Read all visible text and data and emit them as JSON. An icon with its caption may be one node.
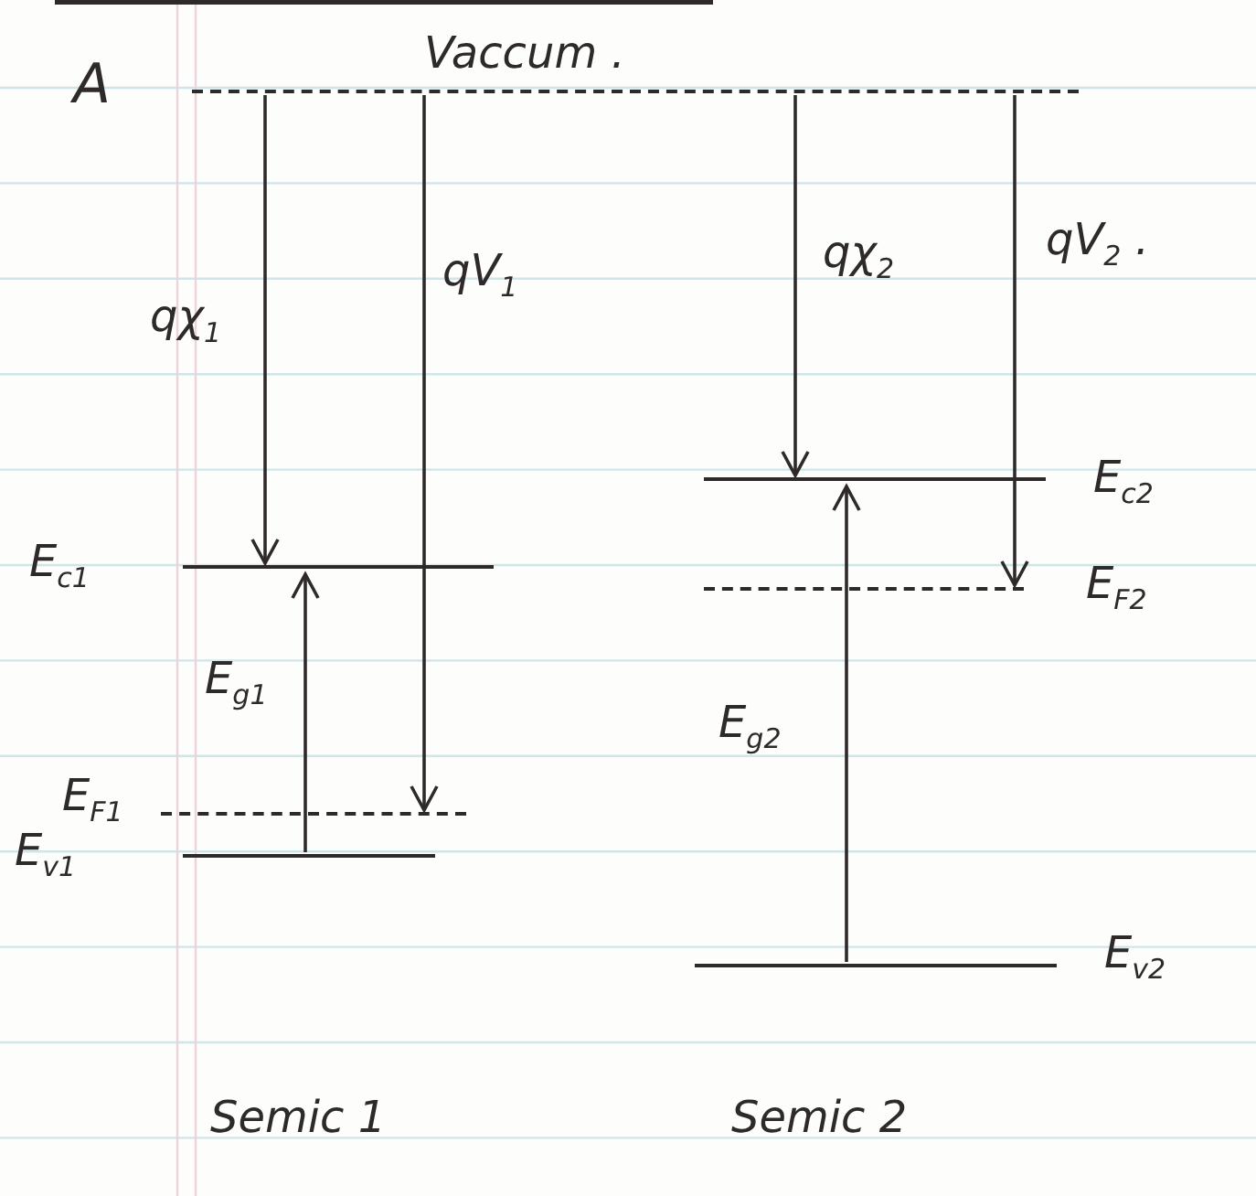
{
  "diagram": {
    "nodes": [
      {
        "text": [],
        "shape": "dashes",
        "beside": [
          "Vaccum ."
        ]
      },
      {
        "text": [],
        "shape": "line",
        "beside": [
          "E$_{c1}$"
        ]
      },
      {
        "text": [],
        "shape": "dashes",
        "beside": [
          "E$_{F1}$"
        ]
      },
      {
        "text": [],
        "shape": "line",
        "beside": [
          "E$_{v1}$"
        ]
      },
      {
        "text": [],
        "shape": "line",
        "beside": [
          "E$_{c2}$"
        ]
      },
      {
        "text": [],
        "shape": "dashes",
        "beside": [
          "E$_{F2}$"
        ]
      },
      {
        "text": [],
        "shape": "line",
        "beside": [
          "E$_{v2}$"
        ]
      }
    ],
    "edges": [
      {
        "from": 0,
        "to": 1,
        "arrow": "to",
        "label": "qχ$_{1}$"
      },
      {
        "from": 0,
        "to": 2,
        "arrow": "to",
        "label": "qV$_{1}$"
      },
      {
        "from": 3,
        "to": 1,
        "arrow": "to",
        "label": "E$_{g1}$"
      },
      {
        "from": 0,
        "to": 4,
        "arrow": "to",
        "label": "qχ$_{2}$"
      },
      {
        "from": 0,
        "to": 5,
        "arrow": "to",
        "label": "qV$_{2}$ ."
      },
      {
        "from": 6,
        "to": 4,
        "arrow": "to",
        "label": "E$_{g2}$"
      }
    ],
    "labels": [
      "A",
      "Semic 1",
      "Semic 2"
    ]
  }
}
